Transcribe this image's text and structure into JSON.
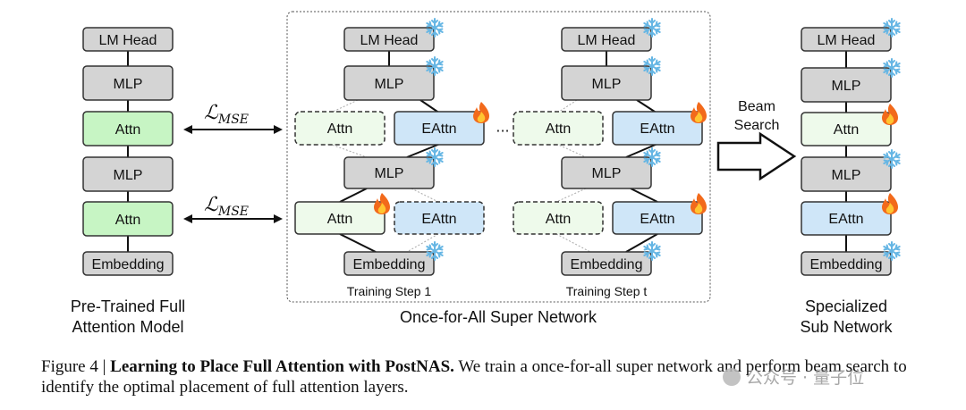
{
  "left_model": {
    "blocks": [
      "LM Head",
      "MLP",
      "Attn",
      "MLP",
      "Attn",
      "Embedding"
    ],
    "title_line1": "Pre-Trained Full",
    "title_line2": "Attention Model"
  },
  "loss_label": "ℒ",
  "loss_sub": "MSE",
  "super_network": {
    "title": "Once-for-All Super Network",
    "step1": {
      "label": "Training Step 1",
      "lm_head": "LM Head",
      "mlp_top": "MLP",
      "attn_upper": "Attn",
      "eattn_upper": "EAttn",
      "mlp_mid": "MLP",
      "attn_lower": "Attn",
      "eattn_lower": "EAttn",
      "embedding": "Embedding"
    },
    "ellipsis": "···",
    "stept": {
      "label": "Training Step t",
      "lm_head": "LM Head",
      "mlp_top": "MLP",
      "attn_upper": "Attn",
      "eattn_upper": "EAttn",
      "mlp_mid": "MLP",
      "attn_lower": "Attn",
      "eattn_lower": "EAttn",
      "embedding": "Embedding"
    }
  },
  "beam_search": {
    "line1": "Beam",
    "line2": "Search"
  },
  "sub_network": {
    "blocks": [
      "LM Head",
      "MLP",
      "Attn",
      "MLP",
      "EAttn",
      "Embedding"
    ],
    "title_line1": "Specialized",
    "title_line2": "Sub Network"
  },
  "caption": {
    "prefix": "Figure 4 | ",
    "bold": "Learning to Place Full Attention with PostNAS.",
    "text": " We train a once-for-all super network and perform beam search to identify the optimal placement of full attention layers."
  },
  "watermark": "公众号 · 量子位",
  "colors": {
    "gray_block": "#d4d4d4",
    "green_block": "#c7f5c4",
    "light_green_block": "#eefaeb",
    "blue_block": "#cfe6f8",
    "frozen_icon": "#66b6e4",
    "trainable_icon": "#f26a1b"
  },
  "icons": {
    "frozen": "snowflake-icon",
    "trainable": "fire-icon"
  }
}
